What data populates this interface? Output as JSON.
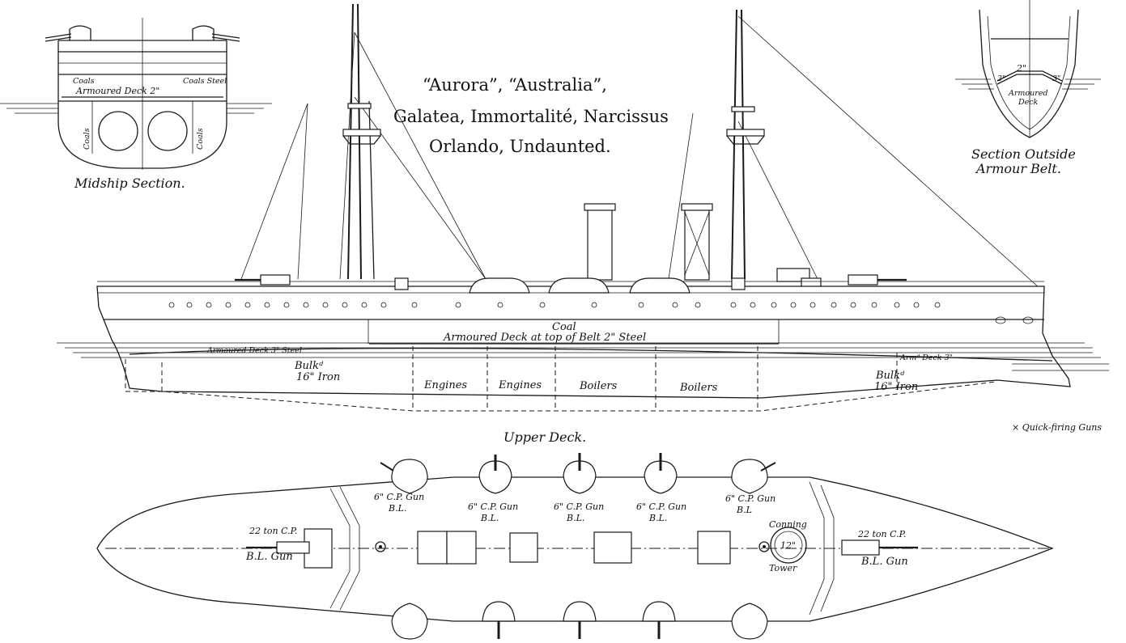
{
  "title": {
    "line1": "“Aurora”, “Australia”,",
    "line2": "Galatea, Immortalité, Narcissus",
    "line3": "Orlando, Undaunted."
  },
  "midship": {
    "caption": "Midship Section.",
    "coals_left": "Coals",
    "coals_steel": "Coals Steel",
    "deck": "Armoured Deck 2\"",
    "coals_side_left": "Coals",
    "coals_side_right": "Coals"
  },
  "section_outside": {
    "caption_line1": "Section Outside",
    "caption_line2": "Armour Belt.",
    "thick_left": "3\"",
    "thick_mid": "2\"",
    "thick_right": "3\"",
    "deck_line1": "Armoured",
    "deck_line2": "Deck"
  },
  "profile": {
    "coal": "Coal",
    "armoured_deck": "Armoured Deck at top of Belt 2\" Steel",
    "aft_deck": "Armoured Deck 3\" Steel",
    "fwd_deck": "Armᵈ Deck 3\"",
    "bulk_aft_1": "Bulkᵈ",
    "bulk_aft_2": "16\" Iron",
    "bulk_fwd_1": "Bulkᵈ",
    "bulk_fwd_2": "16\" Iron",
    "compartments": [
      "Engines",
      "Engines",
      "Boilers",
      "Boilers"
    ],
    "legend": "× Quick-firing Guns"
  },
  "upper_deck": {
    "caption": "Upper Deck.",
    "aft_gun_1": "22 ton C.P.",
    "aft_gun_2": "B.L. Gun",
    "fwd_gun_1": "22 ton C.P.",
    "fwd_gun_2": "B.L. Gun",
    "gun_labels": [
      {
        "l1": "6\" C.P. Gun",
        "l2": "B.L."
      },
      {
        "l1": "6\" C.P. Gun",
        "l2": "B.L."
      },
      {
        "l1": "6\" C.P. Gun",
        "l2": "B.L."
      },
      {
        "l1": "6\" C.P. Gun",
        "l2": "B.L."
      },
      {
        "l1": "6\" C.P. Gun",
        "l2": "B.L"
      }
    ],
    "conning_1": "Conning",
    "conning_2": "Tower",
    "conning_thick": "12\""
  }
}
